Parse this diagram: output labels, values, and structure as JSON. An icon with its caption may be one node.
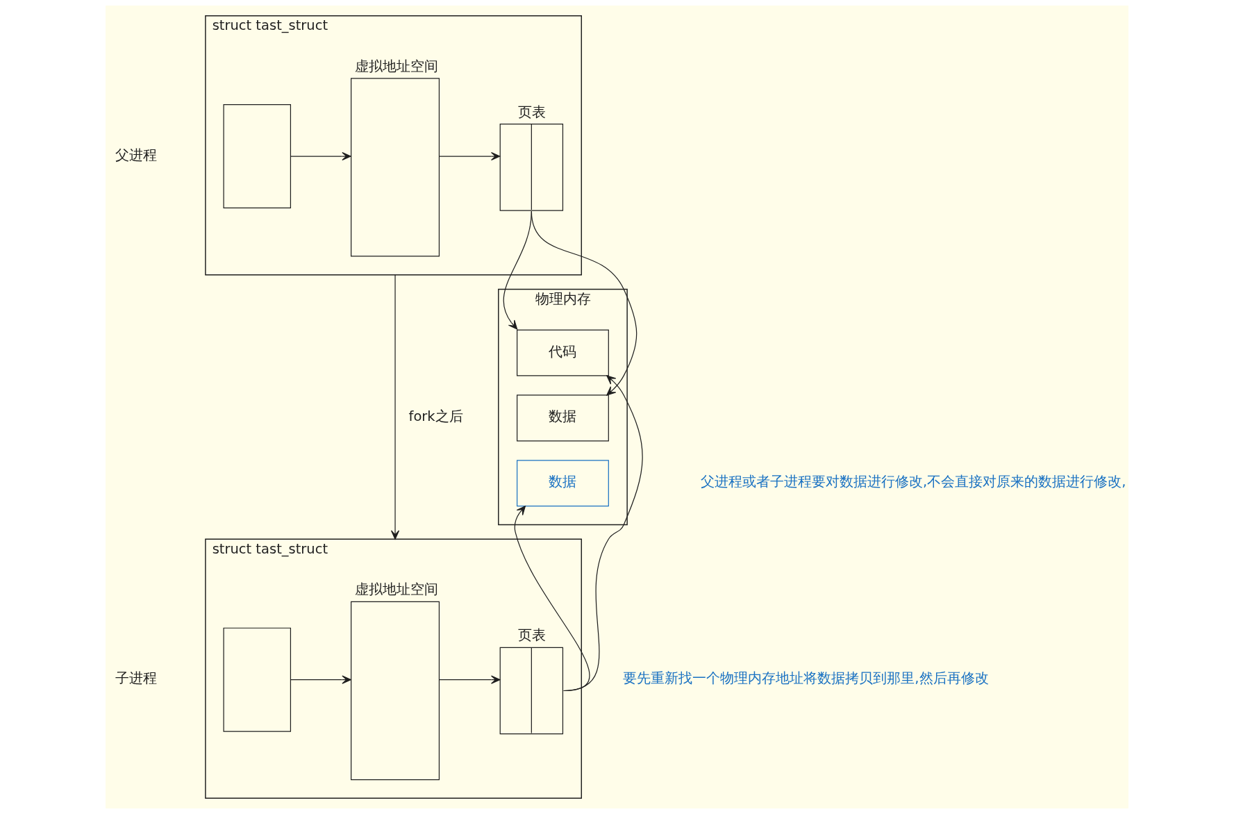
{
  "diagram": {
    "nodes": [
      {
        "text": [
          "struct tast_struct"
        ],
        "beside": [
          "父进程"
        ]
      },
      {
        "text": [],
        "shape": "box",
        "in": 0
      },
      {
        "text": [
          "虚拟地址空间"
        ],
        "in": 0
      },
      {
        "text": [
          "页表"
        ],
        "in": 0
      },
      {
        "text": [
          "struct tast_struct"
        ],
        "beside": [
          "子进程"
        ]
      },
      {
        "text": [],
        "shape": "box",
        "in": 4
      },
      {
        "text": [
          "虚拟地址空间"
        ],
        "in": 4
      },
      {
        "text": [
          "页表"
        ],
        "in": 4
      },
      {
        "text": [
          "物理内存"
        ]
      },
      {
        "text": [
          "代码"
        ],
        "in": 8
      },
      {
        "text": [
          "数据"
        ],
        "in": 8
      },
      {
        "text": [
          "数据"
        ],
        "in": 8
      }
    ],
    "edges": [
      {
        "from": 1,
        "to": 2,
        "arrow": "to"
      },
      {
        "from": 2,
        "to": 3,
        "arrow": "to"
      },
      {
        "from": 3,
        "to": 9,
        "arrow": "to"
      },
      {
        "from": 3,
        "to": 10,
        "arrow": "to"
      },
      {
        "from": 0,
        "to": 4,
        "arrow": "to",
        "label": "fork之后"
      },
      {
        "from": 5,
        "to": 6,
        "arrow": "to"
      },
      {
        "from": 6,
        "to": 7,
        "arrow": "to"
      },
      {
        "from": 7,
        "to": 9,
        "arrow": "to"
      },
      {
        "from": 7,
        "to": 11,
        "arrow": "to"
      }
    ],
    "labels": [
      "父进程或者子进程要对数据进行修改,不会直接对原来的数据进行修改,",
      "要先重新找一个物理内存地址将数据拷贝到那里,然后再修改"
    ]
  }
}
